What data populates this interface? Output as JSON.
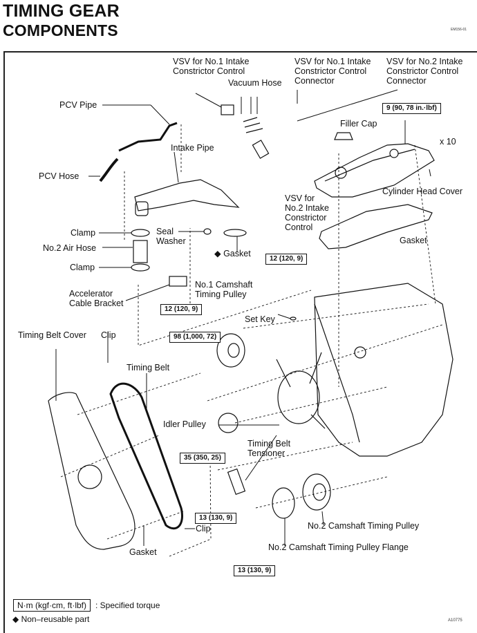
{
  "header": {
    "title_line1": "TIMING GEAR",
    "title_line2": "COMPONENTS",
    "doc_code": "EM156-01",
    "figure_code": "A10775"
  },
  "labels": {
    "vsv_no1_control": [
      "VSV for No.1 Intake",
      "Constrictor Control"
    ],
    "vacuum_hose": "Vacuum Hose",
    "vsv_no1_connector": [
      "VSV for No.1 Intake",
      "Constrictor Control",
      "Connector"
    ],
    "vsv_no2_connector": [
      "VSV for No.2 Intake",
      "Constrictor Control",
      "Connector"
    ],
    "pcv_pipe": "PCV Pipe",
    "intake_pipe": "Intake Pipe",
    "pcv_hose": "PCV Hose",
    "filler_cap": "Filler Cap",
    "bolt_count": "x 10",
    "cylinder_head_cover": "Cylinder Head Cover",
    "vsv_no2_control": [
      "VSV for",
      "No.2 Intake",
      "Constrictor",
      "Control"
    ],
    "clamp_top": "Clamp",
    "no2_air_hose": "No.2 Air Hose",
    "clamp_bottom": "Clamp",
    "seal_washer": [
      "Seal",
      "Washer"
    ],
    "gasket_intake": "◆ Gasket",
    "gasket_cover": "Gasket",
    "accelerator_cable_bracket": [
      "Accelerator",
      "Cable Bracket"
    ],
    "no1_camshaft_pulley": [
      "No.1 Camshaft",
      "Timing Pulley"
    ],
    "set_key": "Set Key",
    "timing_belt_cover": "Timing Belt Cover",
    "clip_top": "Clip",
    "timing_belt": "Timing Belt",
    "idler_pulley": "Idler Pulley",
    "timing_belt_tensioner": [
      "Timing Belt",
      "Tensioner"
    ],
    "clip_bottom": "Clip",
    "gasket_belt_cover": "Gasket",
    "no2_camshaft_pulley": "No.2 Camshaft Timing Pulley",
    "no2_camshaft_flange": "No.2 Camshaft Timing Pulley Flange"
  },
  "torque_specs": {
    "cover_bolts": "9 (90, 78 in.·lbf)",
    "vsv_bracket": "12 (120, 9)",
    "accelerator_bracket": "12 (120, 9)",
    "no1_pulley_bolt": "98 (1,000, 72)",
    "idler_pulley_bolt": "35 (350, 25)",
    "tensioner_bolts": "13 (130, 9)",
    "flange_bolts": "13 (130, 9)"
  },
  "legend": {
    "torque_unit_box": "N·m (kgf·cm, ft·lbf)",
    "torque_desc": ": Specified torque",
    "nonreusable": "◆ Non–reusable part"
  }
}
